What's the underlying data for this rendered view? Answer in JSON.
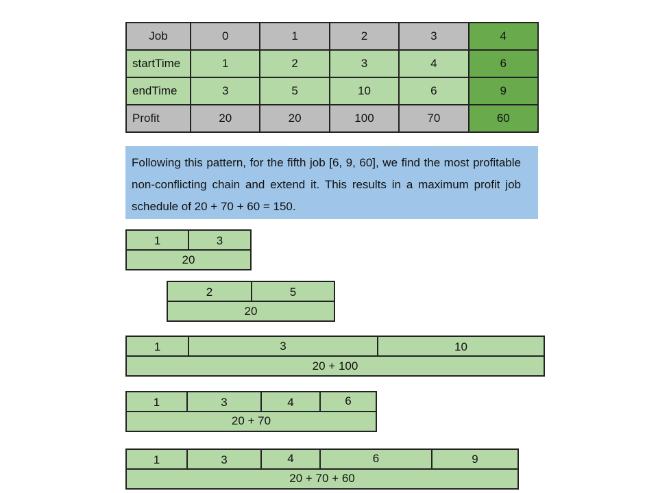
{
  "table": {
    "headers": [
      "Job",
      "0",
      "1",
      "2",
      "3",
      "4"
    ],
    "rows": [
      {
        "label": "startTime",
        "values": [
          "1",
          "2",
          "3",
          "4",
          "6"
        ]
      },
      {
        "label": "endTime",
        "values": [
          "3",
          "5",
          "10",
          "6",
          "9"
        ]
      },
      {
        "label": "Profit",
        "values": [
          "20",
          "20",
          "100",
          "70",
          "60"
        ]
      }
    ]
  },
  "note": {
    "text": "Following this pattern, for the fifth job [6, 9, 60], we find the most profitable non-conflicting chain and extend it. This results in a maximum profit job schedule of 20 + 70 + 60 = 150."
  },
  "colors": {
    "header_gray": "#bdbdbd",
    "light_green": "#b5d9a6",
    "highlight_green": "#69aa4d",
    "note_blue": "#9fc5e8"
  },
  "chains": [
    {
      "times": [
        "1",
        "3"
      ],
      "profit": "20"
    },
    {
      "times": [
        "2",
        "5"
      ],
      "profit": "20"
    },
    {
      "times": [
        "1",
        "3",
        "10"
      ],
      "profit": "20 + 100"
    },
    {
      "times": [
        "1",
        "3",
        "4",
        "6"
      ],
      "profit": "20 + 70"
    },
    {
      "times": [
        "1",
        "3",
        "4",
        "6",
        "9"
      ],
      "profit": "20 + 70 + 60"
    }
  ]
}
